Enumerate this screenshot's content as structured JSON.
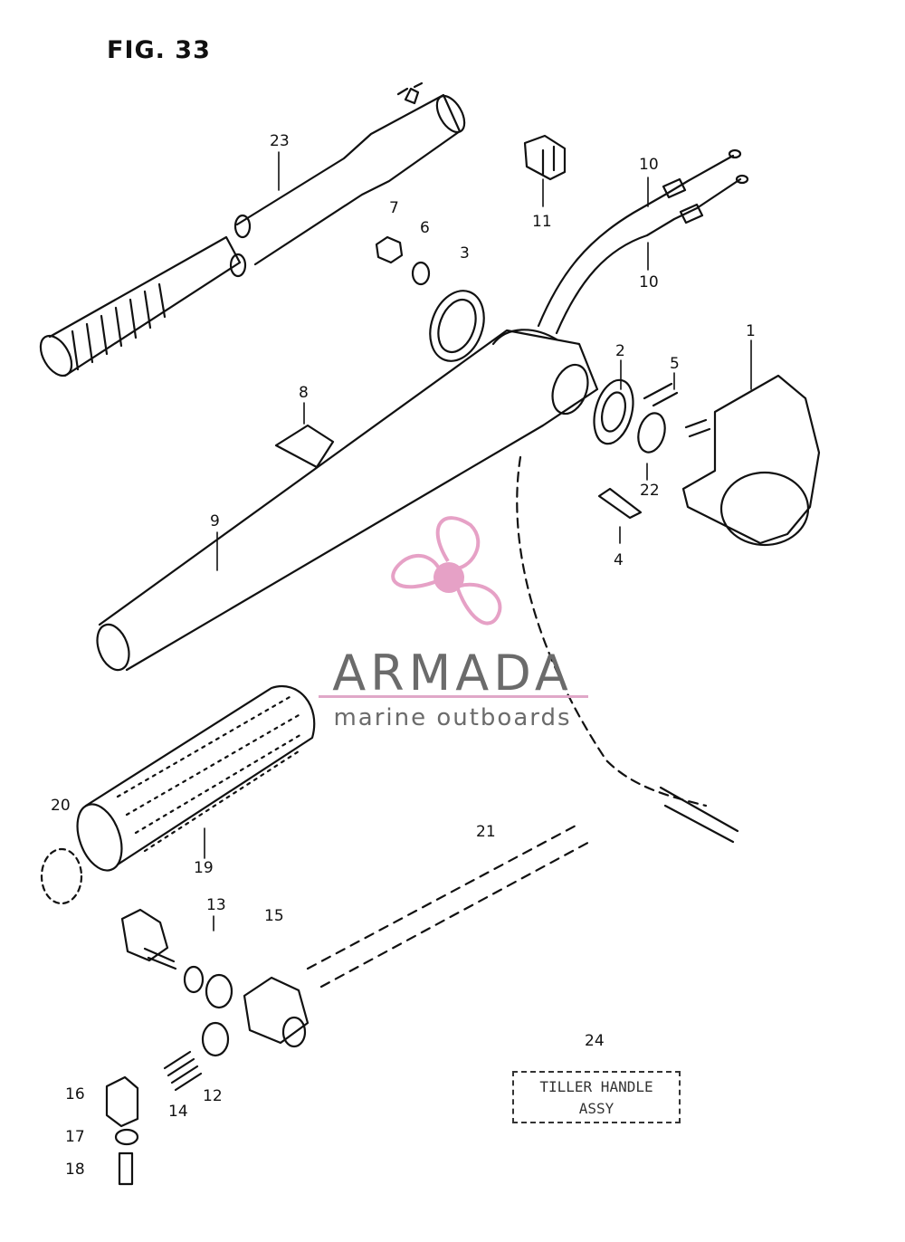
{
  "figure": {
    "title": "FIG. 33"
  },
  "callouts": [
    "23",
    "7",
    "6",
    "3",
    "11",
    "10",
    "10",
    "1",
    "2",
    "5",
    "22",
    "4",
    "8",
    "9",
    "20",
    "19",
    "21",
    "13",
    "15",
    "24",
    "16",
    "14",
    "12",
    "17",
    "18"
  ],
  "stamp": {
    "line1": "TILLER HANDLE",
    "line2": "ASSY"
  },
  "watermark": {
    "brand": "ARMADA",
    "tagline": "marine outboards",
    "accent_color": "#e6a1c6",
    "text_color": "#6b6b6b",
    "logo_icon": "propeller-icon"
  },
  "colors": {
    "line": "#111111",
    "background": "#ffffff"
  }
}
